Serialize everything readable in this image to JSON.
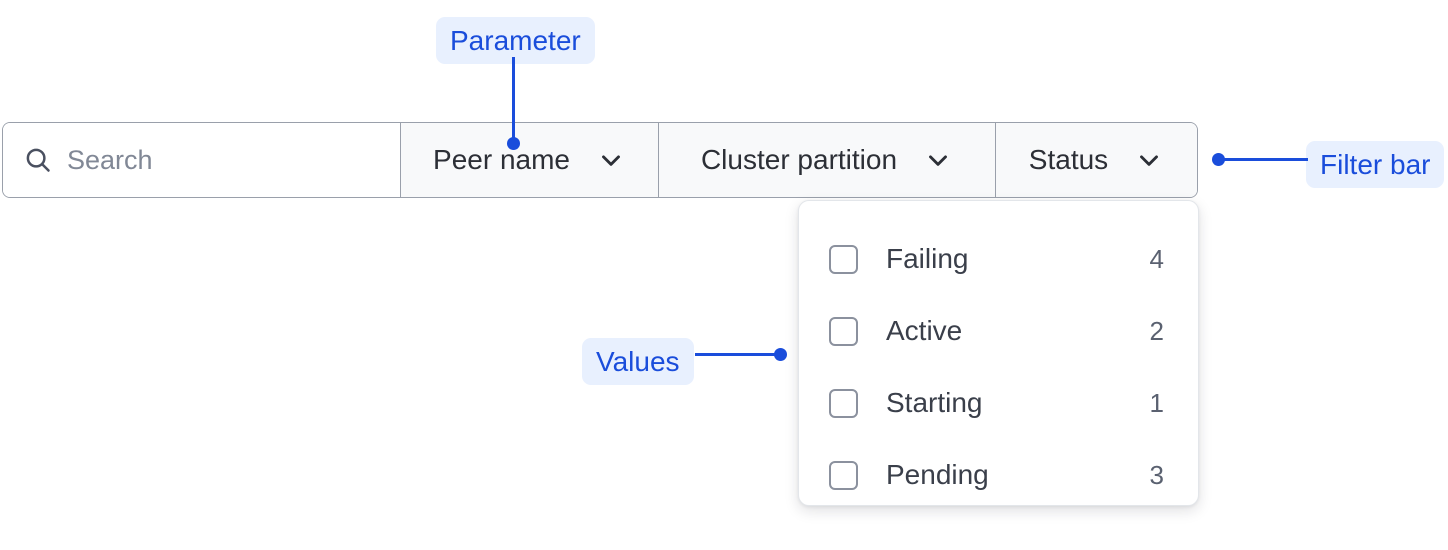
{
  "filter_bar": {
    "name": "Filter bar",
    "search": {
      "icon": "search-icon",
      "placeholder": "Search",
      "value": ""
    },
    "filters": [
      {
        "label": "Peer name",
        "icon": "chevron-down-icon",
        "active": true
      },
      {
        "label": "Cluster partition",
        "icon": "chevron-down-icon",
        "active": false
      },
      {
        "label": "Status",
        "icon": "chevron-down-icon",
        "active": false
      }
    ]
  },
  "dropdown": {
    "owner": "Status",
    "options": [
      {
        "label": "Failing",
        "count": "4",
        "checked": false
      },
      {
        "label": "Active",
        "count": "2",
        "checked": false
      },
      {
        "label": "Starting",
        "count": "1",
        "checked": false
      },
      {
        "label": "Pending",
        "count": "3",
        "checked": false
      }
    ]
  },
  "annotations": {
    "parameter": "Parameter",
    "values": "Values",
    "filter_bar": "Filter bar"
  },
  "colors": {
    "accent": "#1a4ddb",
    "annotation_bg": "#e8f0fe",
    "bar_border": "#9aa0ab",
    "cell_bg": "#f8f9fa",
    "text": "#2c2f36",
    "placeholder": "#818896",
    "panel_border": "#e3e6ea"
  }
}
